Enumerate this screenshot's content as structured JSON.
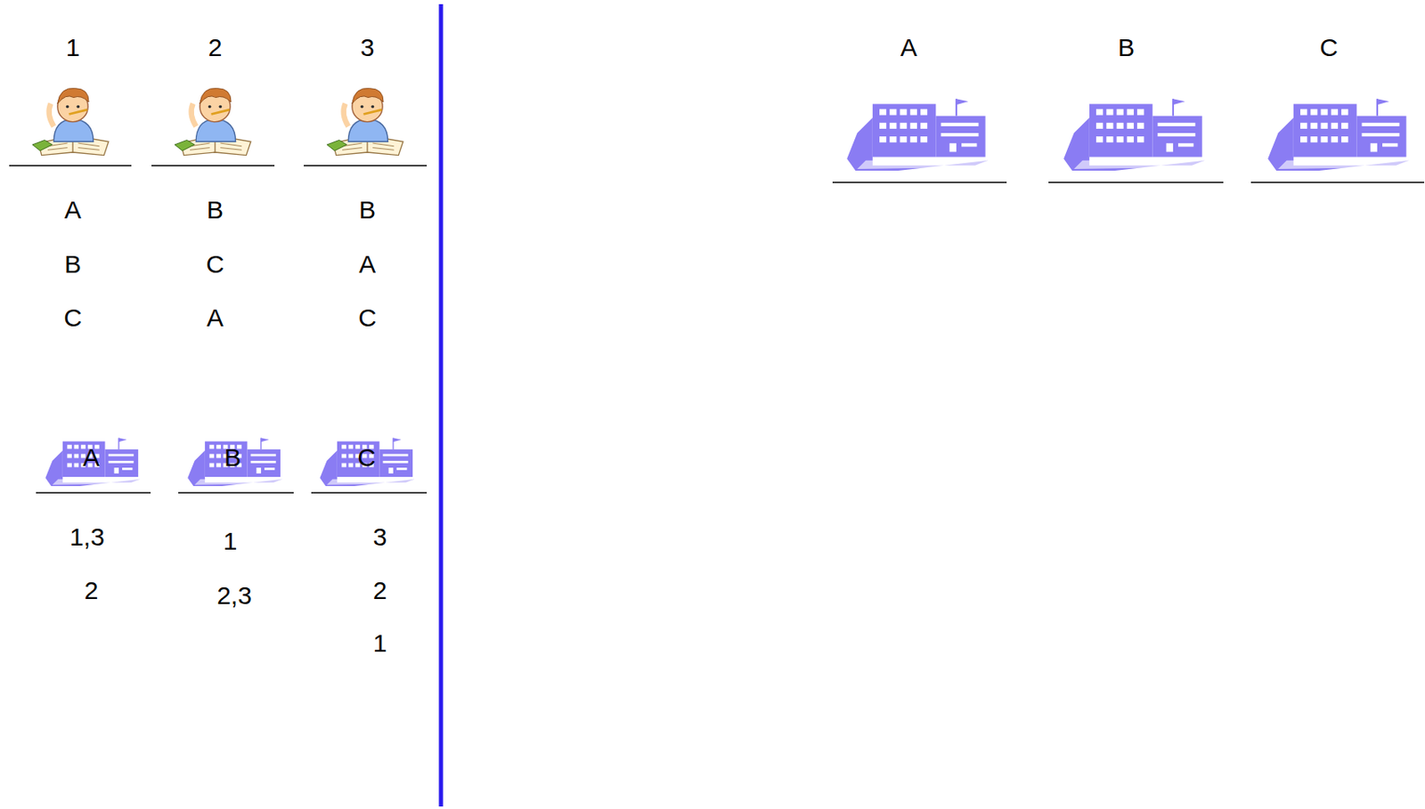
{
  "diagram": {
    "labels": [
      "1",
      "2",
      "3",
      "A",
      "B",
      "B",
      "B",
      "C",
      "A",
      "C",
      "A",
      "C",
      "A",
      "B",
      "C",
      "1,3",
      "1",
      "3",
      "2",
      "2,3",
      "2",
      "1",
      "A",
      "B",
      "C"
    ]
  }
}
